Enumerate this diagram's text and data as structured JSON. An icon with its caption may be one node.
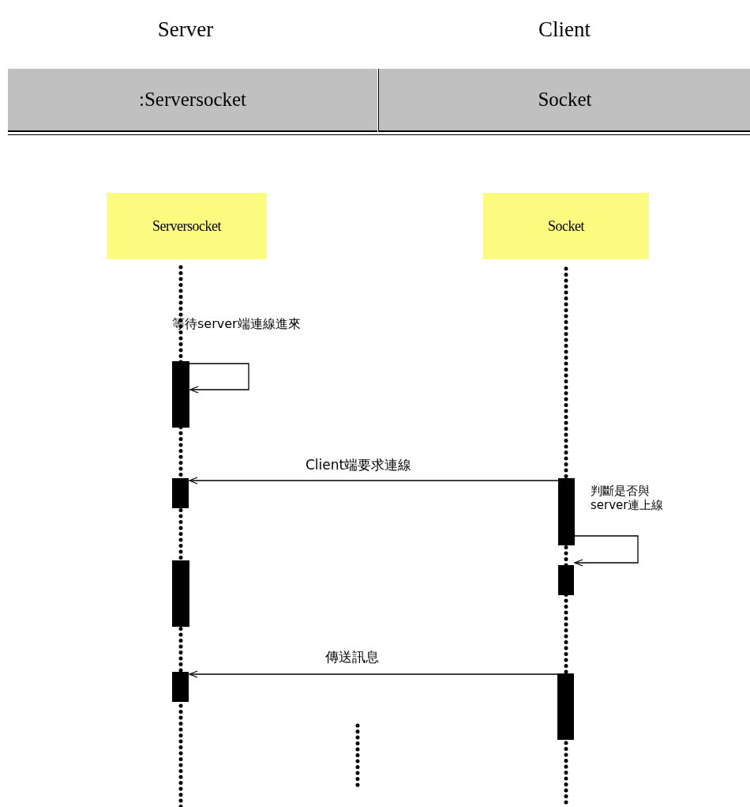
{
  "diagram": {
    "nodes": [
      {
        "text": [
          "Serversocket"
        ]
      },
      {
        "text": [
          "Socket"
        ]
      },
      {
        "text": [],
        "shape": "bar"
      },
      {
        "text": [],
        "shape": "bar"
      },
      {
        "text": [],
        "shape": "bar"
      },
      {
        "text": [],
        "shape": "bar"
      },
      {
        "text": [],
        "shape": "bar"
      },
      {
        "text": [],
        "shape": "bar"
      },
      {
        "text": [],
        "shape": "bar"
      }
    ],
    "edges": [
      {
        "from": 2,
        "to": 2,
        "arrow": "to"
      },
      {
        "from": 6,
        "to": 3,
        "label": "Client端要求連線",
        "arrow": "to"
      },
      {
        "from": 6,
        "to": 7,
        "arrow": "to"
      },
      {
        "from": 8,
        "to": 5,
        "label": "傳送訊息",
        "arrow": "to"
      }
    ],
    "labels": [
      "Server",
      "Client",
      ":Serversocket",
      "Socket",
      "等待server端連線進來",
      "判斷是否與server連上線"
    ]
  }
}
